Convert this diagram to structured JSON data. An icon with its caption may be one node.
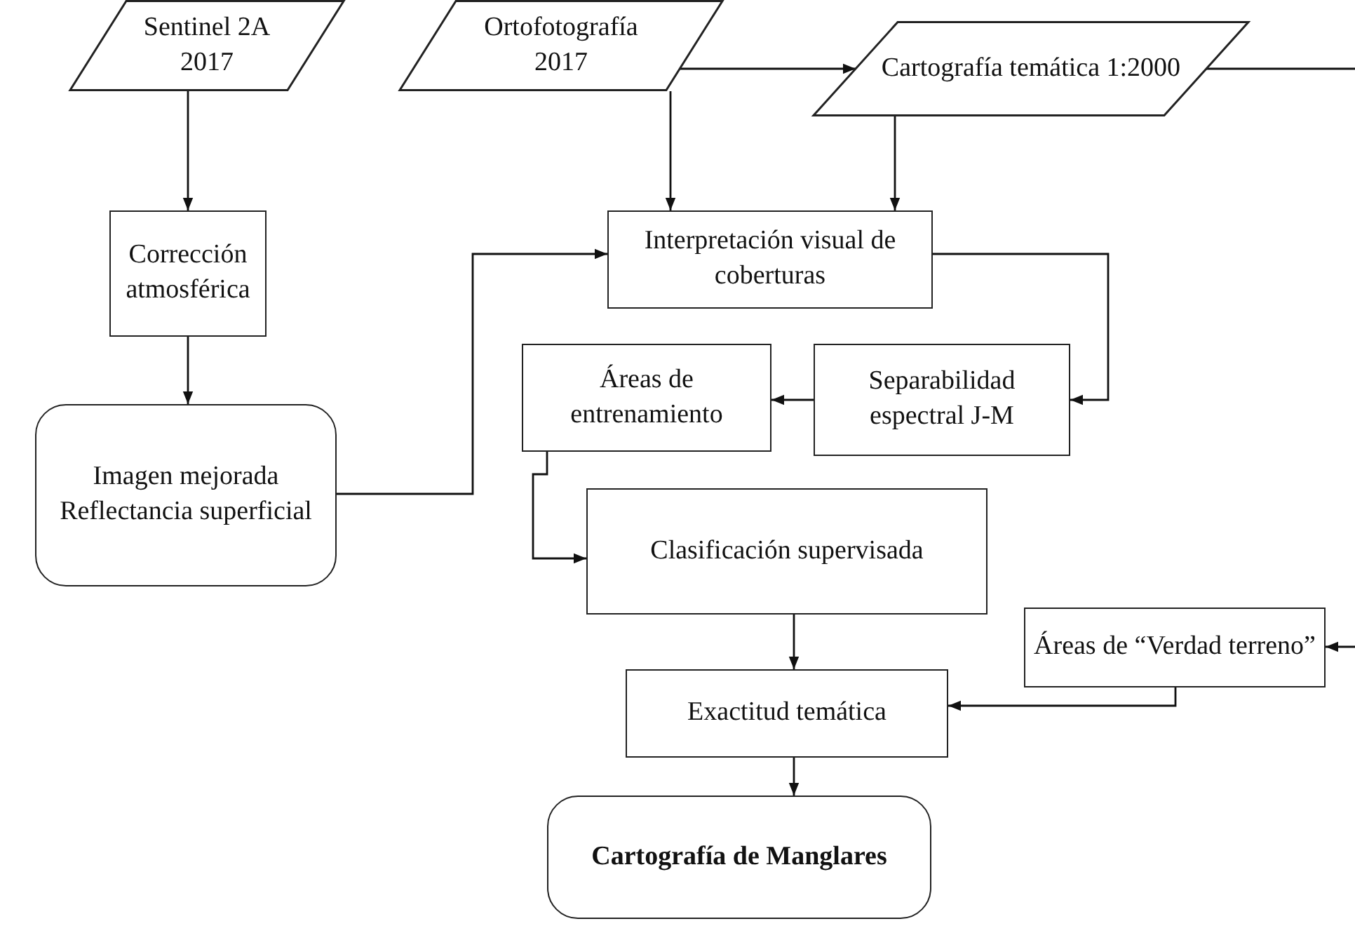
{
  "diagram": {
    "nodes": [
      {
        "text": [
          "Sentinel 2A 2017"
        ]
      },
      {
        "text": [
          "Ortofotografía 2017"
        ]
      },
      {
        "text": [
          "Cartografía temática 1:2000"
        ]
      },
      {
        "text": [
          "Corrección atmosférica"
        ]
      },
      {
        "text": [
          "Imagen mejorada Reflectancia superficial"
        ]
      },
      {
        "text": [
          "Interpretación visual de coberturas"
        ]
      },
      {
        "text": [
          "Áreas de entrenamiento"
        ]
      },
      {
        "text": [
          "Separabilidad espectral J-M"
        ]
      },
      {
        "text": [
          "Clasificación supervisada"
        ]
      },
      {
        "text": [
          "Áreas de “Verdad terreno”"
        ]
      },
      {
        "text": [
          "Exactitud temática"
        ]
      },
      {
        "text": [
          "Cartografía de Manglares"
        ]
      }
    ],
    "edges": [
      {
        "from": 0,
        "to": 3,
        "arrow": "to"
      },
      {
        "from": 3,
        "to": 4,
        "arrow": "to"
      },
      {
        "from": 4,
        "to": 5,
        "arrow": "to"
      },
      {
        "from": 1,
        "to": 2,
        "arrow": "to"
      },
      {
        "from": 1,
        "to": 5,
        "arrow": "to"
      },
      {
        "from": 2,
        "to": 5,
        "arrow": "to"
      },
      {
        "from": 2,
        "to": null,
        "arrow": "none"
      },
      {
        "from": 5,
        "to": 7,
        "arrow": "to"
      },
      {
        "from": 7,
        "to": 6,
        "arrow": "to"
      },
      {
        "from": 6,
        "to": 8,
        "arrow": "to"
      },
      {
        "from": 8,
        "to": 10,
        "arrow": "to"
      },
      {
        "from": null,
        "to": 9,
        "arrow": "to"
      },
      {
        "from": 9,
        "to": 10,
        "arrow": "to"
      },
      {
        "from": 10,
        "to": 11,
        "arrow": "to"
      }
    ]
  }
}
